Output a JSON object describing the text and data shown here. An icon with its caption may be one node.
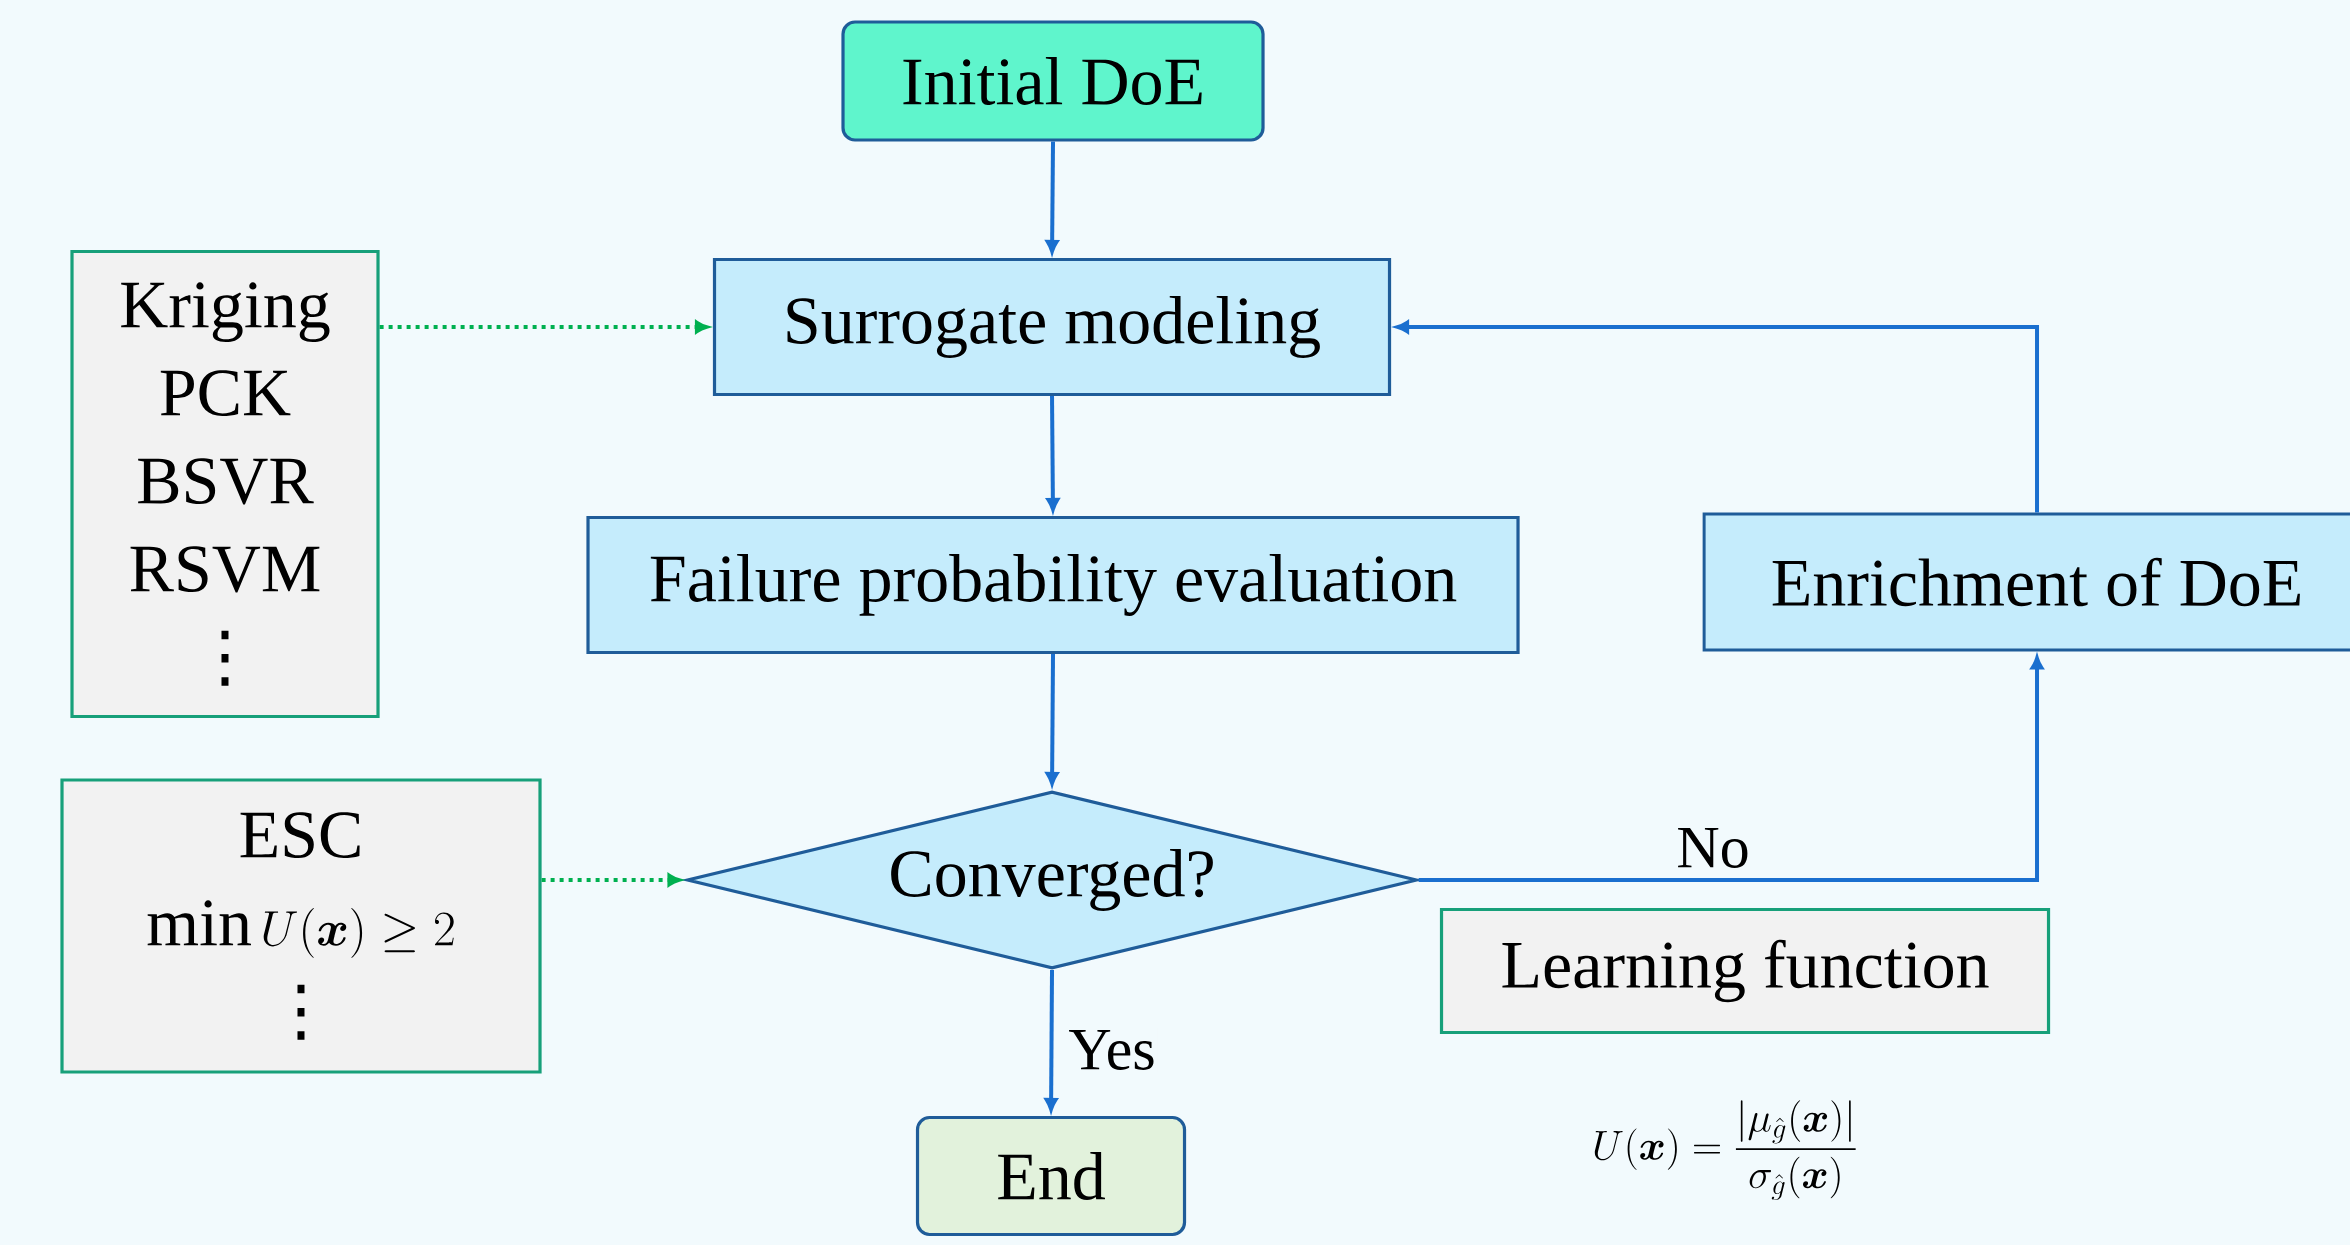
{
  "diagram": {
    "nodes": [
      {
        "text": [
          "Initial DoE"
        ]
      },
      {
        "text": [
          "Surrogate modeling"
        ]
      },
      {
        "text": [
          "Failure probability evaluation"
        ]
      },
      {
        "text": [
          "Converged?"
        ]
      },
      {
        "text": [
          "End"
        ]
      },
      {
        "text": [
          "Enrichment of DoE"
        ]
      },
      {
        "text": [
          "Kriging",
          "PCK",
          "BSVR",
          "RSVM",
          "⋮"
        ]
      },
      {
        "text": [
          "ESC",
          "\\min U(\\bm{x}) \\geq 2",
          "⋮"
        ]
      },
      {
        "text": [
          "Learning function"
        ],
        "beside": [
          "U(\\bm{x}) = \\frac{\\left|\\mu_{\\hat{g}}(\\bm{x})\\right|}{\\sigma_{\\hat{g}}(\\bm{x})}"
        ]
      }
    ],
    "edges": [
      {
        "from": 0,
        "to": 1,
        "arrow": "to"
      },
      {
        "from": 1,
        "to": 2,
        "arrow": "to"
      },
      {
        "from": 2,
        "to": 3,
        "arrow": "to"
      },
      {
        "from": 3,
        "to": 4,
        "arrow": "to",
        "label": "Yes"
      },
      {
        "from": 3,
        "to": 5,
        "arrow": "to",
        "label": "No"
      },
      {
        "from": 5,
        "to": 1,
        "arrow": "to"
      },
      {
        "from": 6,
        "to": 1,
        "arrow": "to",
        "style": "dashed",
        "color": "#00b050"
      },
      {
        "from": 7,
        "to": 3,
        "arrow": "to",
        "style": "dashed",
        "color": "#00b050"
      }
    ]
  }
}
